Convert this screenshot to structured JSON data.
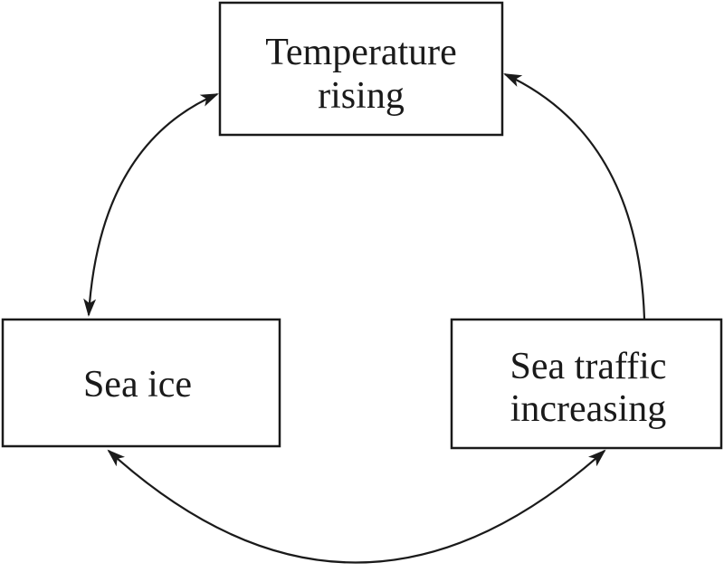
{
  "nodes": {
    "temperature": {
      "line1": "Temperature",
      "line2": "rising"
    },
    "sea_ice": {
      "line1": "Sea ice"
    },
    "sea_traffic": {
      "line1": "Sea traffic",
      "line2": "increasing"
    }
  },
  "edges": [
    {
      "from": "sea_ice",
      "to": "temperature",
      "direction": "both"
    },
    {
      "from": "sea_traffic",
      "to": "temperature",
      "direction": "to"
    },
    {
      "from": "sea_ice",
      "to": "sea_traffic",
      "direction": "both"
    }
  ],
  "colors": {
    "stroke": "#1a1a1a",
    "background": "#ffffff"
  }
}
